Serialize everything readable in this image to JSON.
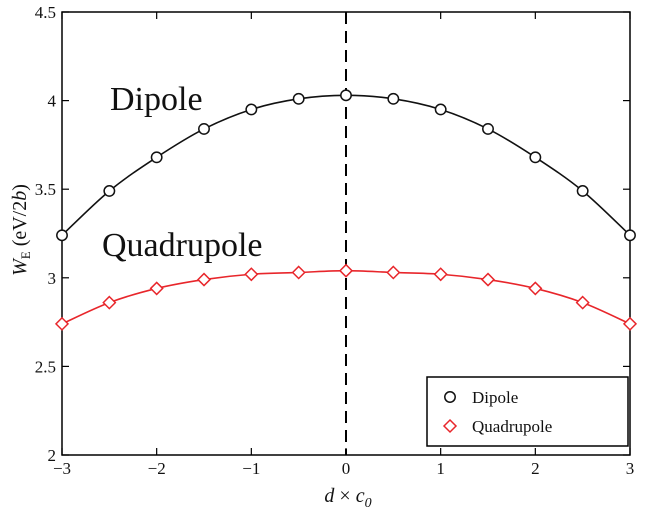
{
  "chart_data": {
    "type": "line",
    "xlabel": "d × c0",
    "xlabel_parts": {
      "a": "d",
      "op": " × ",
      "b": "c",
      "sub": "0"
    },
    "ylabel": "W_E (eV/2b)",
    "ylabel_parts": {
      "main": "W",
      "sub": "E",
      "unit": " (eV/2",
      "unit_b": "b",
      "close": ")"
    },
    "xlim": [
      -3,
      3
    ],
    "ylim": [
      2,
      4.5
    ],
    "xticks": [
      -3,
      -2,
      -1,
      0,
      1,
      2,
      3
    ],
    "xtick_labels": [
      "−3",
      "−2",
      "−1",
      "0",
      "1",
      "2",
      "3"
    ],
    "yticks": [
      2,
      2.5,
      3,
      3.5,
      4,
      4.5
    ],
    "ytick_labels": [
      "2",
      "2.5",
      "3",
      "3.5",
      "4",
      "4.5"
    ],
    "grid": false,
    "legend_position": "bottom-right",
    "vertical_line": {
      "x": 0,
      "style": "dashed",
      "color": "#000000"
    },
    "annotations": [
      {
        "text": "Dipole",
        "color": "#111111"
      },
      {
        "text": "Quadrupole",
        "color": "#e8262b"
      }
    ],
    "x": [
      -3,
      -2.5,
      -2,
      -1.5,
      -1,
      -0.5,
      0,
      0.5,
      1,
      1.5,
      2,
      2.5,
      3
    ],
    "series": [
      {
        "name": "Dipole",
        "color": "#111111",
        "marker": "circle",
        "values": [
          3.24,
          3.49,
          3.68,
          3.84,
          3.95,
          4.01,
          4.03,
          4.01,
          3.95,
          3.84,
          3.68,
          3.49,
          3.24
        ]
      },
      {
        "name": "Quadrupole",
        "color": "#e8262b",
        "marker": "diamond",
        "values": [
          2.74,
          2.86,
          2.94,
          2.99,
          3.02,
          3.03,
          3.04,
          3.03,
          3.02,
          2.99,
          2.94,
          2.86,
          2.74
        ]
      }
    ]
  }
}
